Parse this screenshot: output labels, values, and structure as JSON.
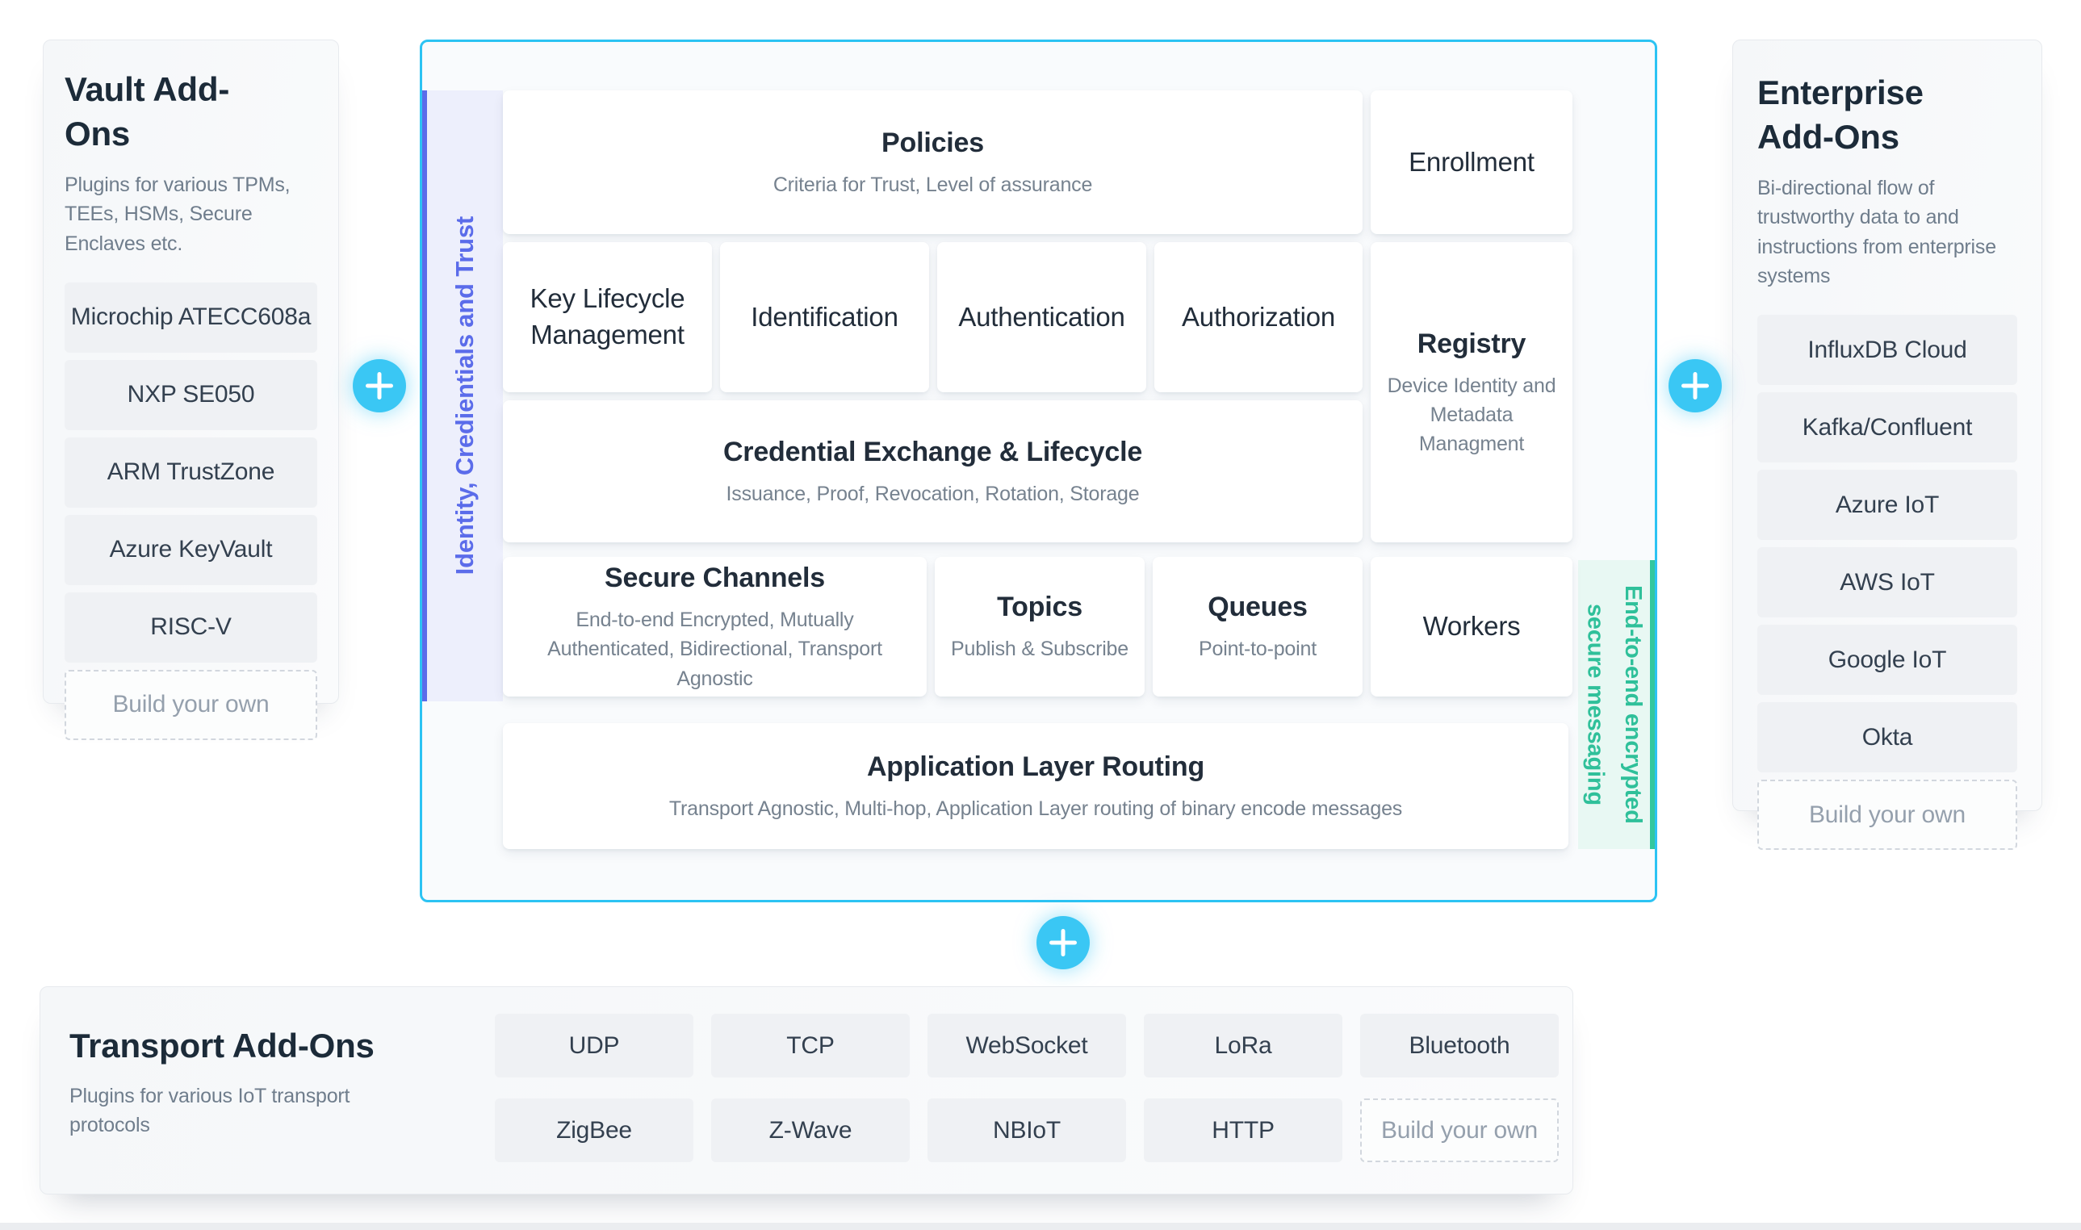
{
  "colors": {
    "diagram_border": "#2cc3f3",
    "identity_accent": "#5b6cea",
    "secure_accent": "#33c79e",
    "plus_button": "#3ac7f4"
  },
  "vault_panel": {
    "title": "Vault Add-Ons",
    "subtitle": "Plugins for various TPMs, TEEs, HSMs, Secure Enclaves etc.",
    "items": [
      "Microchip ATECC608a",
      "NXP SE050",
      "ARM TrustZone",
      "Azure KeyVault",
      "RISC-V"
    ],
    "build_label": "Build your own"
  },
  "enterprise_panel": {
    "title": "Enterprise Add-Ons",
    "subtitle": "Bi-directional flow of trustworthy data to and instructions from enterprise systems",
    "items": [
      "InfluxDB Cloud",
      "Kafka/Confluent",
      "Azure IoT",
      "AWS IoT",
      "Google IoT",
      "Okta"
    ],
    "build_label": "Build your own"
  },
  "transport_panel": {
    "title": "Transport Add-Ons",
    "subtitle": "Plugins for various IoT transport protocols",
    "items": [
      "UDP",
      "TCP",
      "WebSocket",
      "LoRa",
      "Bluetooth",
      "ZigBee",
      "Z-Wave",
      "NBIoT",
      "HTTP"
    ],
    "build_label": "Build your own"
  },
  "diagram": {
    "identity_strip_label": "Identity, Credientials and Trust",
    "secure_strip_label": "End-to-end encrypted secure messaging",
    "policies": {
      "title": "Policies",
      "subtitle": "Criteria for Trust, Level of assurance"
    },
    "enrollment": {
      "title": "Enrollment"
    },
    "row2": [
      "Key Lifecycle Management",
      "Identification",
      "Authentication",
      "Authorization"
    ],
    "registry": {
      "title": "Registry",
      "subtitle": "Device Identity and Metadata Managment"
    },
    "credential": {
      "title": "Credential Exchange & Lifecycle",
      "subtitle": "Issuance, Proof, Revocation, Rotation, Storage"
    },
    "secure_channels": {
      "title": "Secure Channels",
      "subtitle": "End-to-end Encrypted, Mutually Authenticated, Bidirectional, Transport Agnostic"
    },
    "topics": {
      "title": "Topics",
      "subtitle": "Publish & Subscribe"
    },
    "queues": {
      "title": "Queues",
      "subtitle": "Point-to-point"
    },
    "workers": {
      "title": "Workers"
    },
    "routing": {
      "title": "Application Layer Routing",
      "subtitle": "Transport Agnostic, Multi-hop, Application Layer routing of binary encode messages"
    }
  }
}
